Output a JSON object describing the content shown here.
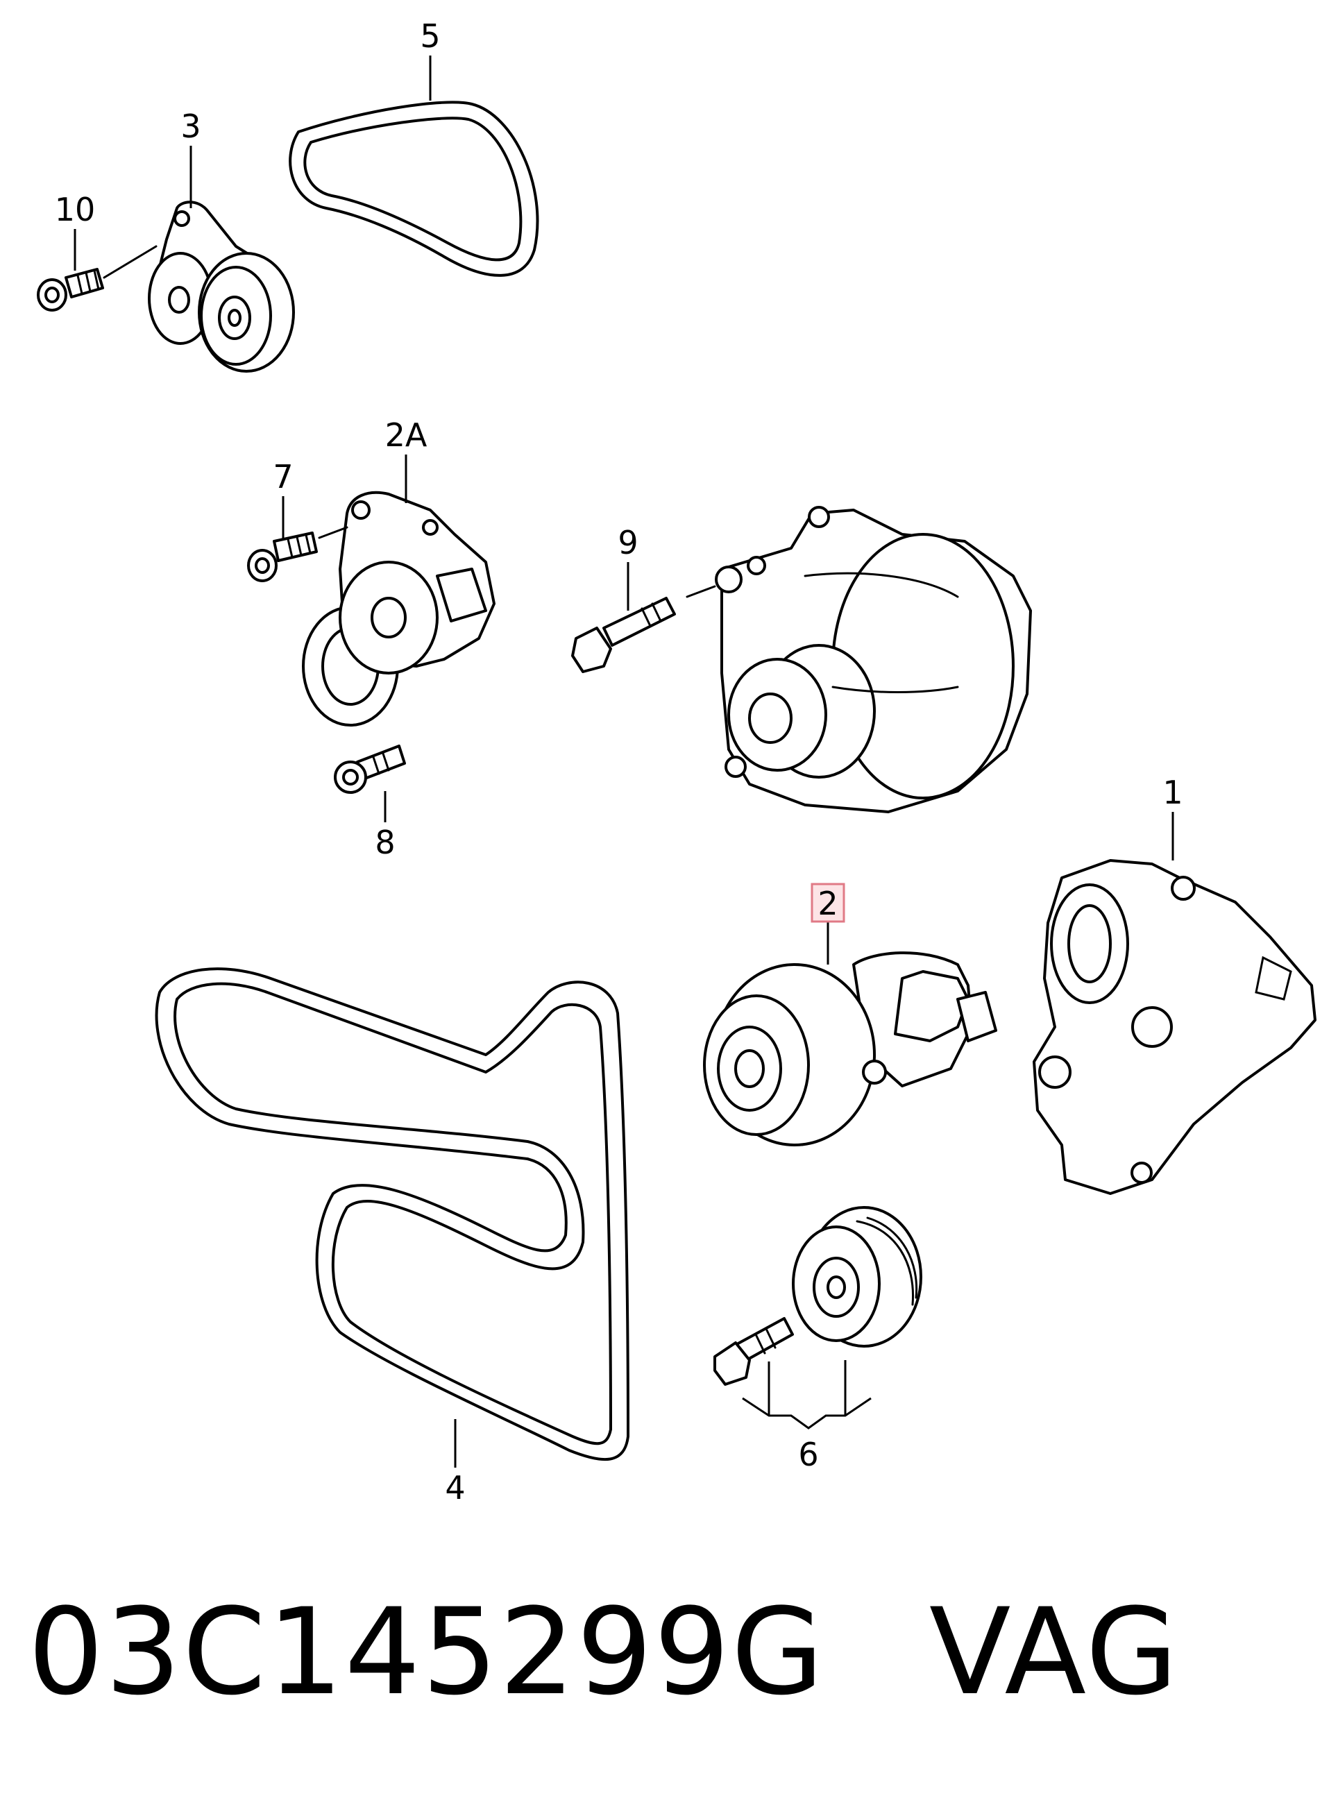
{
  "callouts": {
    "c1": "1",
    "c2": "2",
    "c2a": "2A",
    "c3": "3",
    "c4": "4",
    "c5": "5",
    "c6": "6",
    "c7": "7",
    "c8": "8",
    "c9": "9",
    "c10": "10"
  },
  "highlighted_callout": "2",
  "highlight_color": "#fde4e6",
  "part_number": "03C145299G",
  "brand": "VAG"
}
